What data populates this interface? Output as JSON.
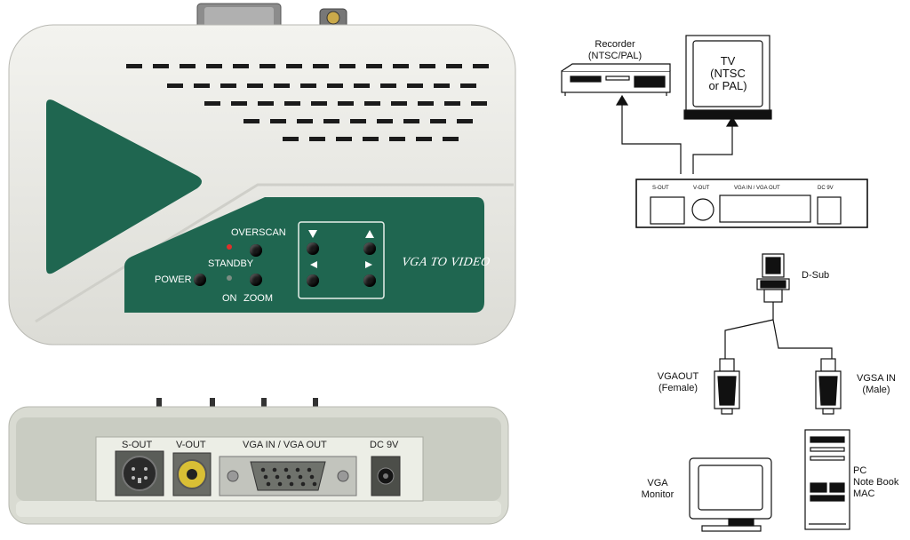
{
  "device_top": {
    "buttons": {
      "overscan": "OVERSCAN",
      "standby": "STANDBY",
      "power": "POWER",
      "on": "ON",
      "zoom": "ZOOM"
    },
    "brand": "VGA TO VIDEO",
    "colors": {
      "body": "#e9e9e5",
      "panel": "#1f6650",
      "led": "#e0302a"
    }
  },
  "device_back": {
    "ports": {
      "s_out": "S-OUT",
      "v_out": "V-OUT",
      "vga": "VGA IN / VGA OUT",
      "dc": "DC 9V"
    }
  },
  "diagram": {
    "recorder": {
      "line1": "Recorder",
      "line2": "(NTSC/PAL)"
    },
    "tv": {
      "line1": "TV",
      "line2": "(NTSC",
      "line3": "or PAL)"
    },
    "box_ports": {
      "s_out": "S-OUT",
      "v_out": "V-OUT",
      "vga": "VGA IN / VGA OUT",
      "dc": "DC 9V"
    },
    "dsub": "D-Sub",
    "vgaout": {
      "line1": "VGAOUT",
      "line2": "(Female)"
    },
    "vgain": {
      "line1": "VGSA IN",
      "line2": "(Male)"
    },
    "monitor": {
      "line1": "VGA",
      "line2": "Monitor"
    },
    "pc": {
      "line1": "PC",
      "line2": "Note Book",
      "line3": "MAC"
    }
  }
}
